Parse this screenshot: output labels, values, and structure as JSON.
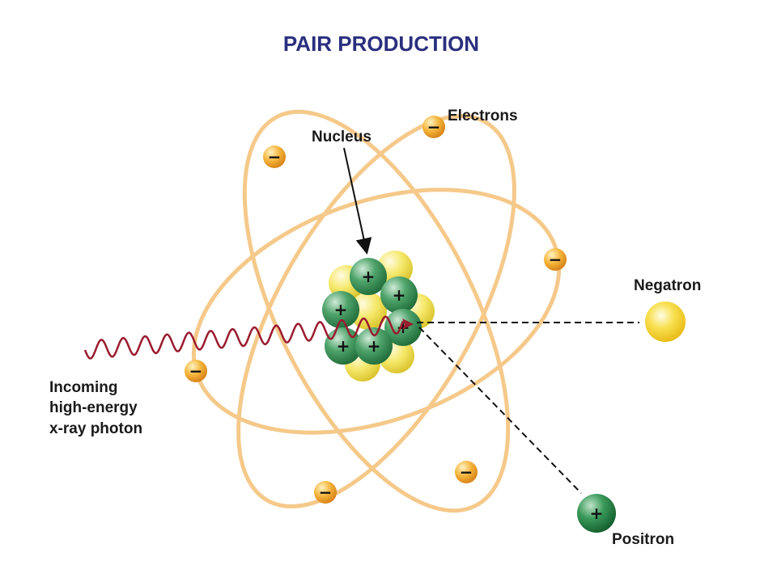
{
  "diagram": {
    "title": "PAIR PRODUCTION",
    "labels": {
      "electrons": "Electrons",
      "nucleus": "Nucleus",
      "negatron": "Negatron",
      "positron": "Positron",
      "photon_line1": "Incoming",
      "photon_line2": "high-energy",
      "photon_line3": "x-ray photon"
    },
    "symbols": {
      "minus": "−",
      "plus": "+"
    },
    "colors": {
      "title": "#2a2f7e",
      "orbit": "#f5c98a",
      "electron": "#f0a020",
      "proton": "#2f8a4c",
      "neutron": "#f2e04a",
      "photon_wave": "#9b1b2e",
      "negatron": "#f6d21a",
      "positron": "#1f7a3a"
    }
  }
}
